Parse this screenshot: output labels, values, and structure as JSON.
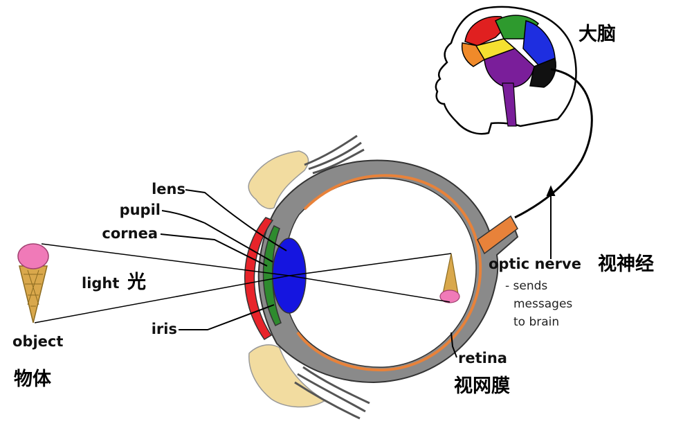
{
  "labels": {
    "lens": "lens",
    "pupil": "pupil",
    "cornea": "cornea",
    "light": "light",
    "light_zh": "光",
    "iris": "iris",
    "object": "object",
    "object_zh": "物体",
    "brain_zh": "大脑",
    "optic_nerve": "optic nerve",
    "optic_nerve_zh": "视神经",
    "optic_note_1": "- sends",
    "optic_note_2": "messages",
    "optic_note_3": "to brain",
    "retina": "retina",
    "retina_zh": "视网膜"
  },
  "colors": {
    "eyeball_gray": "#8a8a8a",
    "retina_orange": "#e8823a",
    "cornea_red": "#e8242a",
    "iris_green": "#2e8b2e",
    "lens_blue": "#1515e0",
    "lid_yellow": "#f2dca0",
    "cone_tan": "#d9a84c",
    "icecream_pink": "#f07ab8",
    "brain_purple": "#7a1e9a"
  }
}
